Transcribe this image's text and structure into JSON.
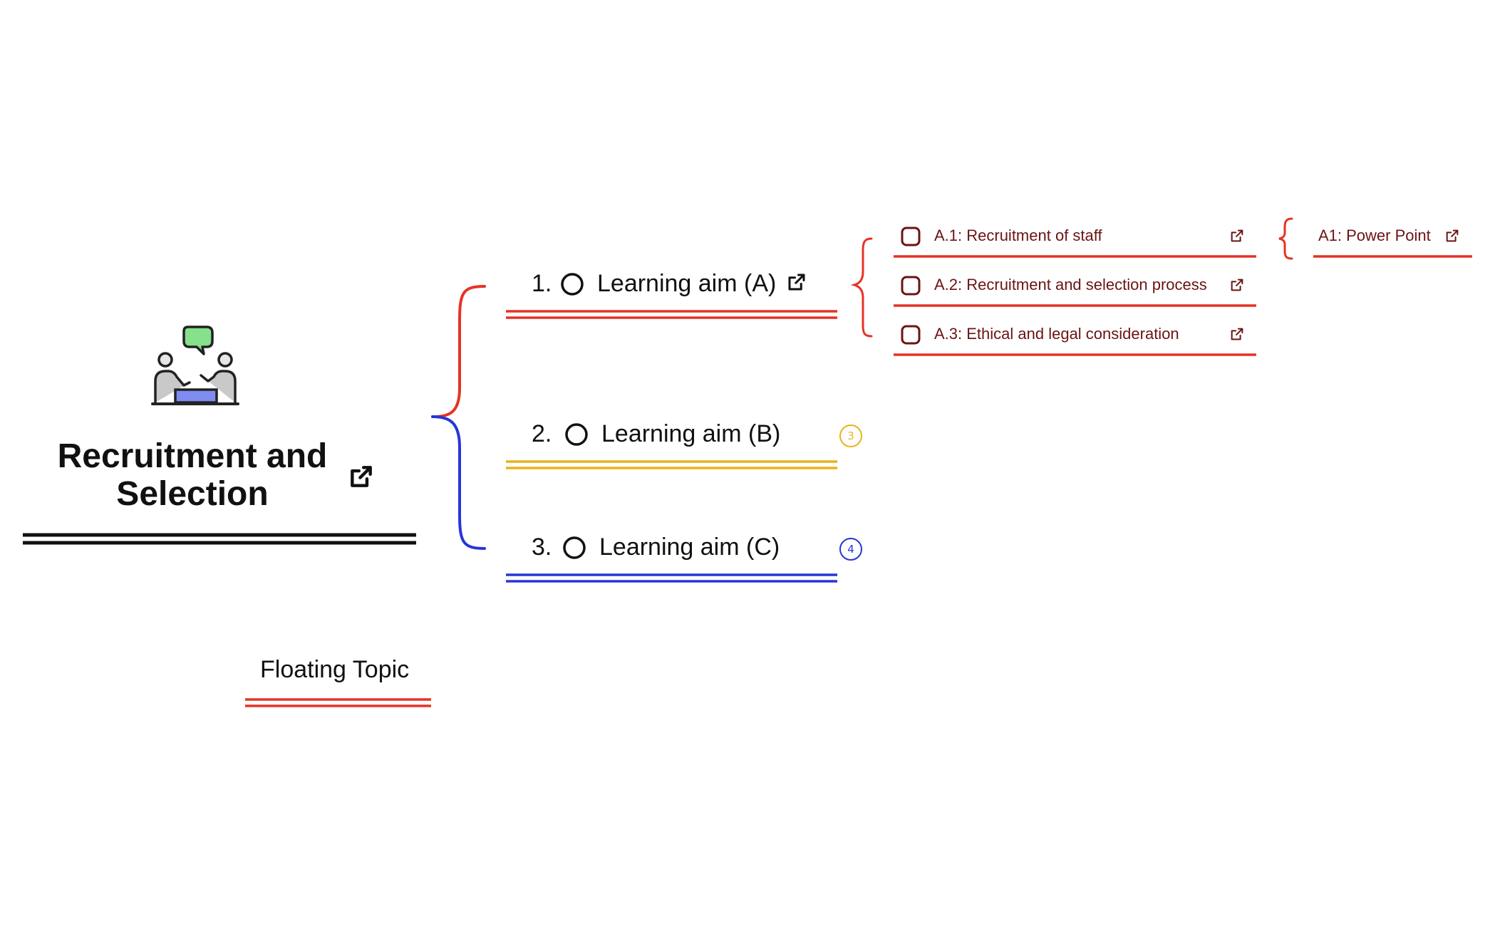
{
  "central_topic": {
    "title_lines": [
      "Recruitment and",
      "Selection"
    ],
    "icon": "interview-people-icon",
    "link_icon": "external-link-icon"
  },
  "main_topics": [
    {
      "number": "1.",
      "label": "Learning aim (A)",
      "color": "#e53325",
      "has_link": true,
      "badge": ""
    },
    {
      "number": "2.",
      "label": "Learning aim (B)",
      "color": "#e8b41c",
      "has_link": false,
      "badge": "3"
    },
    {
      "number": "3.",
      "label": "Learning aim (C)",
      "color": "#2536d8",
      "has_link": false,
      "badge": "4"
    }
  ],
  "subtopics_a": [
    {
      "label": "A.1: Recruitment of staff",
      "icon": "checkbox-icon",
      "link_icon": "external-link-icon"
    },
    {
      "label": "A.2: Recruitment and selection process",
      "icon": "checkbox-icon",
      "link_icon": "external-link-icon"
    },
    {
      "label": "A.3: Ethical and legal consideration",
      "icon": "checkbox-icon",
      "link_icon": "external-link-icon"
    }
  ],
  "sub_sub_topic": {
    "label": "A1: Power Point",
    "link_icon": "external-link-icon"
  },
  "floating_topic": {
    "label": "Floating Topic"
  },
  "colors": {
    "central_underline": "#111111",
    "branch_red": "#e53325",
    "branch_blue": "#2536d8",
    "branch_yellow": "#e8b41c",
    "sub_text": "#6b1414",
    "speech_bubble": "#86e08c",
    "desk": "#7f8cf0"
  }
}
